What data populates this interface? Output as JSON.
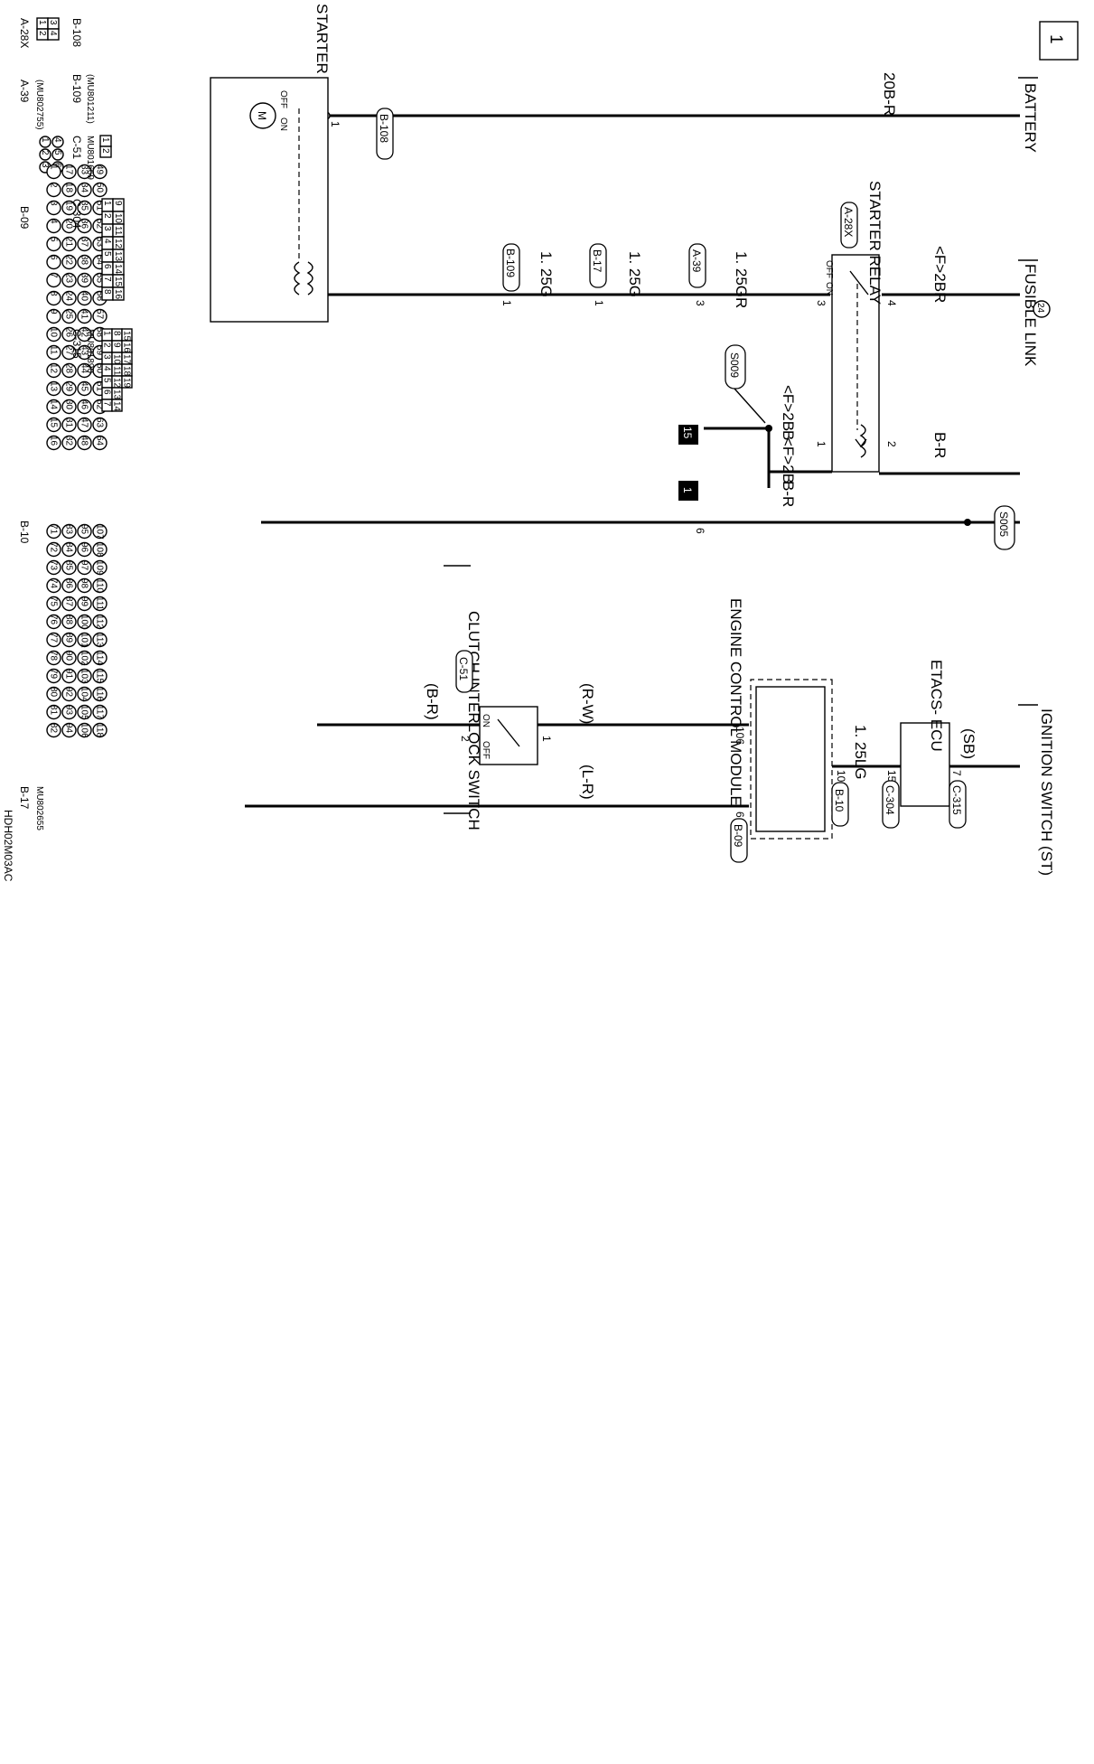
{
  "page_number": "1",
  "figure_code": "HDH02M03AC",
  "components": {
    "battery": "BATTERY",
    "fusible_link": "FUSIBLE LINK",
    "fusible_link_no": "24",
    "ignition_switch": "IGNITION SWITCH (ST)",
    "starter": "STARTER",
    "starter_relay": "STARTER RELAY",
    "ecm": "ENGINE CONTROL MODULE",
    "etacs": "ETACS- ECU",
    "clutch_switch": "CLUTCH INTERLOCK SWITCH",
    "motor_symbol": "M"
  },
  "wires": {
    "battery_starter": "20B-R",
    "fusible_relay": "<F>2BR",
    "ign_etacs": "(SB)",
    "relay_coil_hi": "B-R",
    "relay_coil_gnd": "B",
    "relay_contact_out": "1. 25GR",
    "a39_b17": "1. 25G",
    "b17_b109": "1. 25G",
    "gnd_15": "<F>2B",
    "gnd_1": "<F>2B",
    "splice_br": "B-R",
    "etacs_ecm": "1. 25LG",
    "clutch_ecm": "(R-W)",
    "clutch_return": "(B-R)",
    "ecm_b09": "(L-R)"
  },
  "splices": {
    "s009": "S009",
    "s005": "S005"
  },
  "grounds": {
    "g15": "15",
    "g1": "1"
  },
  "connectors": {
    "b108": "B-108",
    "b109": "B-109",
    "b17": "B-17",
    "a39": "A-39",
    "a28x": "A-28X",
    "c315": "C-315",
    "c304": "C-304",
    "b10": "B-10",
    "b09": "B-09",
    "c51": "C-51"
  },
  "pins": {
    "starter_b108": "1",
    "starter_b109": "1",
    "b17": "1",
    "a39_3": "3",
    "a39_6": "6",
    "relay_3": "3",
    "relay_4": "4",
    "relay_1": "1",
    "relay_2": "2",
    "etacs_7": "7",
    "etacs_15": "15",
    "ecm_105": "105",
    "ecm_106": "106",
    "ecm_6": "6",
    "clutch_1": "1",
    "clutch_2": "2"
  },
  "switch_labels": {
    "off": "OFF",
    "on": "ON"
  },
  "part_codes": {
    "a39": "(MU802755)",
    "b109": "(MU801211)",
    "c51": "MU801669",
    "c315": "MU801890",
    "b17": "MU802655"
  },
  "legend": {
    "a28x_pins": [
      "1",
      "2",
      "3",
      "4"
    ],
    "a39_pins": [
      "1",
      "2",
      "3",
      "4",
      "5",
      "6"
    ],
    "c51_pins": [
      "1",
      "2"
    ],
    "c304_pins": [
      "1",
      "2",
      "3",
      "4",
      "5",
      "6",
      "7",
      "8",
      "9",
      "10",
      "11",
      "12",
      "13",
      "14",
      "15",
      "16"
    ],
    "c315_pins": [
      "1",
      "2",
      "3",
      "4",
      "5",
      "6",
      "7",
      "8",
      "9",
      "10",
      "11",
      "12",
      "13",
      "14",
      "15",
      "16",
      "17",
      "18",
      "19"
    ],
    "b09_pins": [
      "1",
      "2",
      "3",
      "4",
      "5",
      "6",
      "7",
      "8",
      "9",
      "10",
      "11",
      "12",
      "13",
      "14",
      "15",
      "16",
      "17",
      "18",
      "19",
      "20",
      "21",
      "22",
      "23",
      "24",
      "25",
      "26",
      "27",
      "28",
      "29",
      "30",
      "31",
      "32",
      "33",
      "34",
      "35",
      "36",
      "37",
      "38",
      "39",
      "40",
      "41",
      "42",
      "43",
      "44",
      "45",
      "46",
      "47",
      "48",
      "49",
      "50",
      "51",
      "52",
      "53",
      "54",
      "55",
      "56",
      "57",
      "58",
      "59",
      "60",
      "61",
      "62",
      "63",
      "64"
    ],
    "b10_pins": [
      "71",
      "72",
      "73",
      "74",
      "75",
      "76",
      "77",
      "78",
      "79",
      "80",
      "81",
      "82",
      "83",
      "84",
      "85",
      "86",
      "87",
      "88",
      "89",
      "90",
      "91",
      "92",
      "93",
      "94",
      "95",
      "96",
      "97",
      "98",
      "99",
      "100",
      "101",
      "102",
      "103",
      "104",
      "105",
      "106",
      "107",
      "108",
      "109",
      "110",
      "111",
      "112",
      "113",
      "114",
      "115",
      "116",
      "117",
      "118"
    ]
  }
}
